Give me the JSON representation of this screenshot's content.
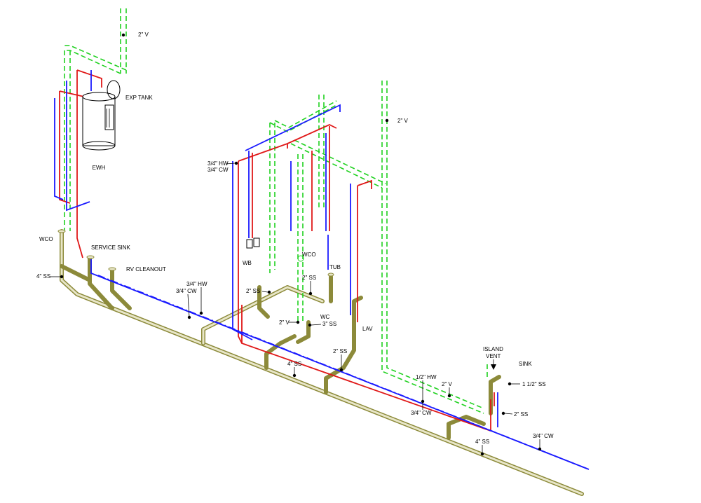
{
  "colors": {
    "waste": "#8c8a3a",
    "vent": "#1fd11f",
    "hot_water": "#e01818",
    "cold_water": "#1a1aff"
  },
  "labels": {
    "vent_top_left": "2\" V",
    "exp_tank": "EXP TANK",
    "ewh": "EWH",
    "wco_left": "WCO",
    "service_sink": "SERVICE SINK",
    "ss_4_left": "4\" SS",
    "rv_cleanout": "RV CLEANOUT",
    "hw_34_mid": "3/4\" HW",
    "cw_34_mid": "3/4\" CW",
    "hw_34_riser": "3/4\" HW",
    "cw_34_riser": "3/4\" CW",
    "wb": "WB",
    "wco_mid": "WCO",
    "tub": "TUB",
    "ss_2_tub": "2\" SS",
    "ss_2_wb": "2\" SS",
    "wc": "WC",
    "ss_3": "3\" SS",
    "v_2_wc": "2\" V",
    "vent_right": "2\" V",
    "lav": "LAV",
    "ss_4_mid": "4\" SS",
    "ss_2_lav": "2\" SS",
    "hw_12": "1/2\" HW",
    "cw_34_low": "3/4\" CW",
    "v_2_island": "2\" V",
    "island_vent": "ISLAND\nVENT",
    "island_vent_l1": "ISLAND",
    "island_vent_l2": "VENT",
    "sink": "SINK",
    "ss_112": "1 1/2\" SS",
    "ss_2_sink": "2\" SS",
    "cw_34_right": "3/4\" CW",
    "ss_4_right": "4\" SS"
  }
}
